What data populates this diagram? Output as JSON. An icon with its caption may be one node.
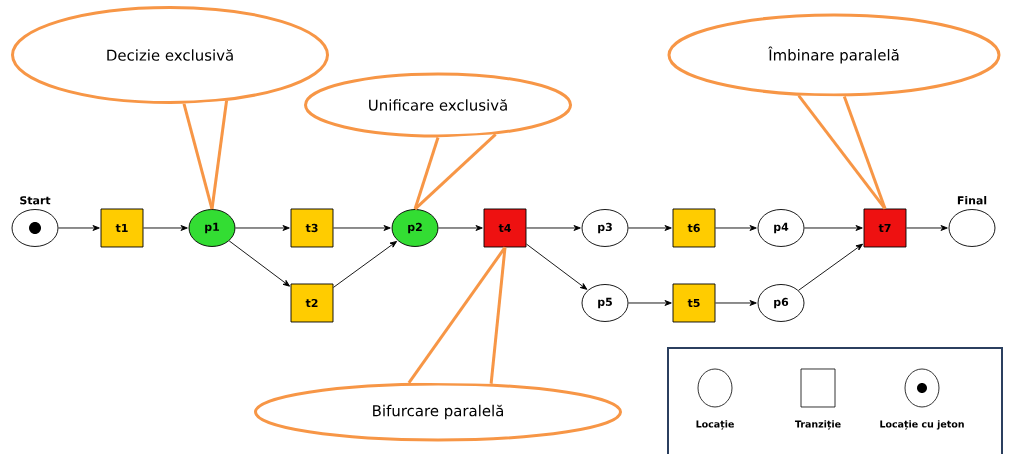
{
  "diagram": {
    "nodes": [
      {
        "text": [],
        "shape": "circle",
        "beside": [
          "Start"
        ]
      },
      {
        "text": [
          "t1"
        ]
      },
      {
        "text": [
          "p1"
        ]
      },
      {
        "text": [
          "t3"
        ]
      },
      {
        "text": [
          "t2"
        ]
      },
      {
        "text": [
          "p2"
        ]
      },
      {
        "text": [
          "t4"
        ]
      },
      {
        "text": [
          "p3"
        ]
      },
      {
        "text": [
          "t6"
        ]
      },
      {
        "text": [
          "p4"
        ]
      },
      {
        "text": [
          "p5"
        ]
      },
      {
        "text": [
          "t5"
        ]
      },
      {
        "text": [
          "p6"
        ]
      },
      {
        "text": [
          "t7"
        ]
      },
      {
        "text": [],
        "shape": "circle",
        "beside": [
          "Final"
        ]
      },
      {
        "text": [
          "Decizie exclusivă"
        ]
      },
      {
        "text": [
          "Unificare exclusivă"
        ]
      },
      {
        "text": [
          "Bifurcare paralelă"
        ]
      },
      {
        "text": [
          "Îmbinare paralelă"
        ]
      }
    ],
    "edges": [
      {
        "from": 0,
        "to": 1,
        "arrow": "to"
      },
      {
        "from": 1,
        "to": 2,
        "arrow": "to"
      },
      {
        "from": 2,
        "to": 3,
        "arrow": "to"
      },
      {
        "from": 2,
        "to": 4,
        "arrow": "to"
      },
      {
        "from": 3,
        "to": 5,
        "arrow": "to"
      },
      {
        "from": 4,
        "to": 5,
        "arrow": "to"
      },
      {
        "from": 5,
        "to": 6,
        "arrow": "to"
      },
      {
        "from": 6,
        "to": 7,
        "arrow": "to"
      },
      {
        "from": 6,
        "to": 10,
        "arrow": "to"
      },
      {
        "from": 7,
        "to": 8,
        "arrow": "to"
      },
      {
        "from": 8,
        "to": 9,
        "arrow": "to"
      },
      {
        "from": 9,
        "to": 13,
        "arrow": "to"
      },
      {
        "from": 10,
        "to": 11,
        "arrow": "to"
      },
      {
        "from": 11,
        "to": 12,
        "arrow": "to"
      },
      {
        "from": 12,
        "to": 13,
        "arrow": "to"
      },
      {
        "from": 13,
        "to": 14,
        "arrow": "to"
      },
      {
        "from": 15,
        "to": 2,
        "arrow": "none",
        "style": "thick",
        "color": "#f79646"
      },
      {
        "from": 16,
        "to": 5,
        "arrow": "none",
        "style": "thick",
        "color": "#f79646"
      },
      {
        "from": 17,
        "to": 6,
        "arrow": "none",
        "style": "thick",
        "color": "#f79646"
      },
      {
        "from": 18,
        "to": 13,
        "arrow": "none",
        "style": "thick",
        "color": "#f79646"
      }
    ],
    "legend": [
      {
        "text": "Locație"
      },
      {
        "text": "Tranziție"
      },
      {
        "text": "Locație cu jeton"
      }
    ]
  }
}
